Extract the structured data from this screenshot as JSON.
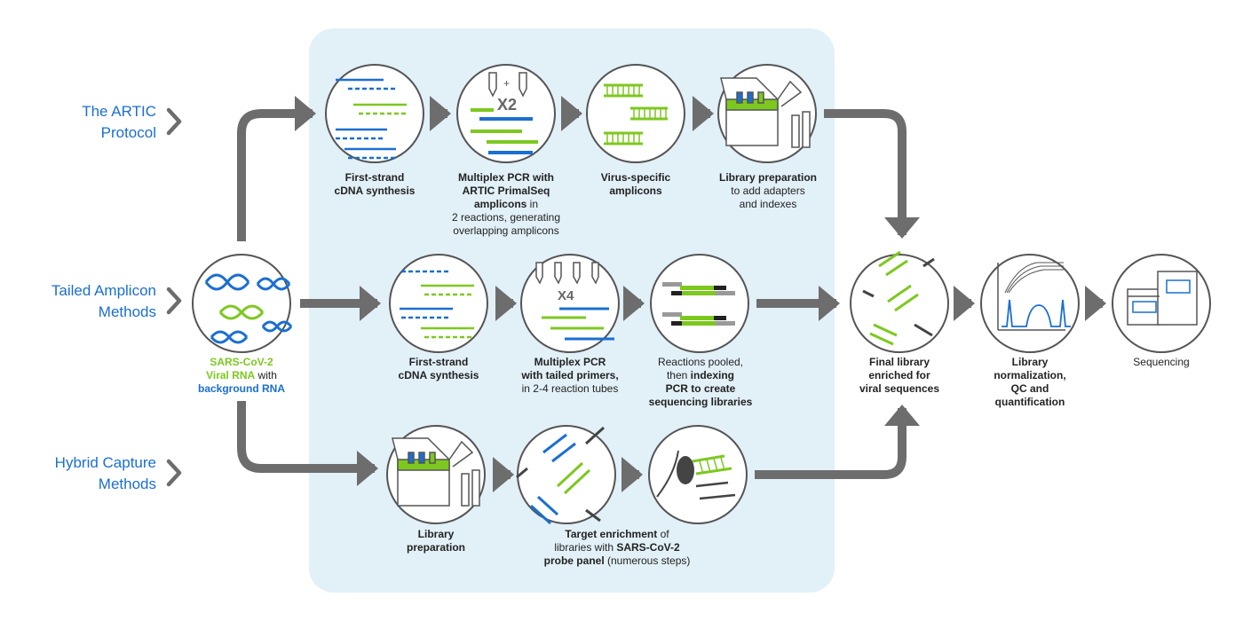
{
  "rows": {
    "artic": {
      "line1": "The ARTIC",
      "line2": "Protocol"
    },
    "tailed": {
      "line1": "Tailed Amplicon",
      "line2": "Methods"
    },
    "hybrid": {
      "line1": "Hybrid Capture",
      "line2": "Methods"
    }
  },
  "source": {
    "line1": "SARS-CoV-2",
    "line2a": "Viral RNA",
    "line2b": " with",
    "line3": "background RNA"
  },
  "artic_steps": {
    "s1": {
      "b1": "First-strand",
      "b2": "cDNA synthesis"
    },
    "s2": {
      "b1": "Multiplex PCR with",
      "b2": "ARTIC PrimalSeq",
      "b3": "amplicons",
      "t3": " in",
      "t4": "2 reactions, generating",
      "t5": "overlapping amplicons",
      "mult": "X2"
    },
    "s3": {
      "b1": "Virus-specific",
      "b2": "amplicons"
    },
    "s4": {
      "b1": "Library preparation",
      "t2": "to add adapters",
      "t3": "and indexes"
    }
  },
  "tailed_steps": {
    "s1": {
      "b1": "First-strand",
      "b2": "cDNA synthesis"
    },
    "s2": {
      "b1": "Multiplex PCR",
      "b2": "with tailed primers,",
      "t3": "in 2-4 reaction tubes",
      "mult": "X4"
    },
    "s3": {
      "t1": "Reactions pooled,",
      "t2": "then ",
      "b2": "indexing",
      "b3": "PCR to create",
      "b4": "sequencing libraries"
    }
  },
  "hybrid_steps": {
    "s1": {
      "b1": "Library",
      "b2": "preparation"
    },
    "s2": {
      "b1": "Target enrichment",
      "t1": " of",
      "t2": "libraries with ",
      "b2": "SARS-CoV-2",
      "b3": "probe panel",
      "t3": " (numerous steps)"
    }
  },
  "final": {
    "b1": "Final library",
    "b2": "enriched for",
    "b3": "viral sequences"
  },
  "norm": {
    "b1": "Library",
    "b2": "normalization,",
    "b3": "QC and",
    "b4": "quantification"
  },
  "seq": {
    "t1": "Sequencing"
  },
  "colors": {
    "accent_blue": "#1a6fd1",
    "green": "#7dc81f",
    "arrow_gray": "#6d6d6d",
    "panel": "#e2f0f8"
  }
}
